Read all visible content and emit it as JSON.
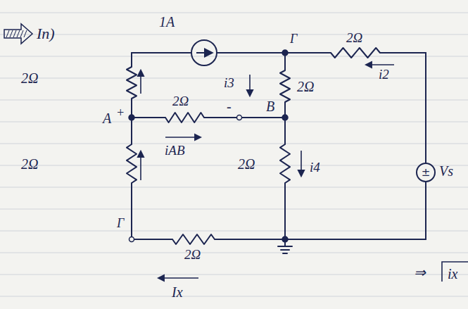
{
  "diagram": {
    "nodes": [
      {
        "text": [
          "±"
        ]
      }
    ],
    "labels": [
      "In)",
      "1A",
      "Γ",
      "2Ω",
      "i2",
      "2Ω",
      "i3",
      "2Ω",
      "A",
      "+",
      "2Ω",
      "-",
      "B",
      "iAB",
      "2Ω",
      "2Ω",
      "i4",
      "Γ",
      "2Ω",
      "Ix",
      "Vs",
      "⇒",
      "ix"
    ]
  }
}
